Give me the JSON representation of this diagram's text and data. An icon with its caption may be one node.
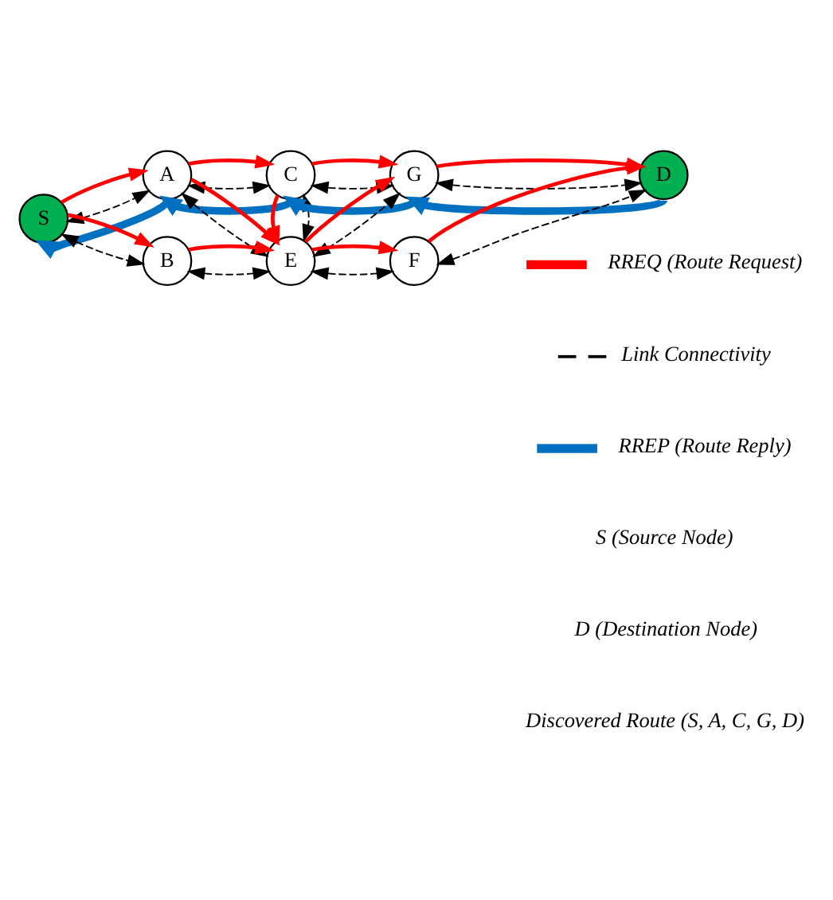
{
  "diagram": {
    "nodes": [
      {
        "text": [
          "C"
        ]
      },
      {
        "text": [
          "G"
        ]
      },
      {
        "text": [
          "A"
        ]
      },
      {
        "text": [
          "S"
        ]
      },
      {
        "text": [
          "E"
        ]
      },
      {
        "text": [
          "D"
        ]
      },
      {
        "text": [
          "B"
        ]
      },
      {
        "text": [
          "F"
        ]
      }
    ],
    "edges": [
      {
        "from": 3,
        "to": 2,
        "arrow": "both",
        "style": "dashed",
        "color": "#000000"
      },
      {
        "from": 3,
        "to": 6,
        "arrow": "both",
        "style": "dashed",
        "color": "#000000"
      },
      {
        "from": 2,
        "to": 0,
        "arrow": "both",
        "style": "dashed",
        "color": "#000000"
      },
      {
        "from": 2,
        "to": 4,
        "arrow": "both",
        "style": "dashed",
        "color": "#000000"
      },
      {
        "from": 6,
        "to": 4,
        "arrow": "both",
        "style": "dashed",
        "color": "#000000"
      },
      {
        "from": 0,
        "to": 4,
        "arrow": "both",
        "style": "dashed",
        "color": "#000000"
      },
      {
        "from": 0,
        "to": 1,
        "arrow": "both",
        "style": "dashed",
        "color": "#000000"
      },
      {
        "from": 4,
        "to": 1,
        "arrow": "both",
        "style": "dashed",
        "color": "#000000"
      },
      {
        "from": 4,
        "to": 7,
        "arrow": "both",
        "style": "dashed",
        "color": "#000000"
      },
      {
        "from": 1,
        "to": 5,
        "arrow": "both",
        "style": "dashed",
        "color": "#000000"
      },
      {
        "from": 7,
        "to": 5,
        "arrow": "both",
        "style": "dashed",
        "color": "#000000"
      },
      {
        "from": 3,
        "to": 2,
        "arrow": "to",
        "color": "#ff0000"
      },
      {
        "from": 3,
        "to": 6,
        "arrow": "to",
        "color": "#ff0000"
      },
      {
        "from": 2,
        "to": 0,
        "arrow": "to",
        "color": "#ff0000"
      },
      {
        "from": 2,
        "to": 4,
        "arrow": "to",
        "color": "#ff0000"
      },
      {
        "from": 6,
        "to": 4,
        "arrow": "to",
        "color": "#ff0000"
      },
      {
        "from": 0,
        "to": 4,
        "arrow": "to",
        "color": "#ff0000"
      },
      {
        "from": 0,
        "to": 1,
        "arrow": "to",
        "color": "#ff0000"
      },
      {
        "from": 4,
        "to": 1,
        "arrow": "to",
        "color": "#ff0000"
      },
      {
        "from": 4,
        "to": 7,
        "arrow": "to",
        "color": "#ff0000"
      },
      {
        "from": 1,
        "to": 5,
        "arrow": "to",
        "color": "#ff0000"
      },
      {
        "from": 7,
        "to": 5,
        "arrow": "to",
        "color": "#ff0000"
      },
      {
        "from": 0,
        "to": 2,
        "arrow": "to",
        "style": "thick",
        "color": "#0070c0"
      },
      {
        "from": 2,
        "to": 3,
        "arrow": "to",
        "style": "thick",
        "color": "#0070c0"
      },
      {
        "from": 1,
        "to": 0,
        "arrow": "to",
        "style": "thick",
        "color": "#0070c0"
      },
      {
        "from": 5,
        "to": 1,
        "arrow": "to",
        "style": "thick",
        "color": "#0070c0"
      }
    ],
    "legend": [
      {
        "text": "RREQ (Route Request)"
      },
      {
        "text": "Link Connectivity"
      },
      {
        "text": "RREP (Route Reply)"
      }
    ],
    "labels": [
      "S (Source Node)",
      "D (Destination Node)",
      "Discovered Route (S, A, C, G, D)"
    ]
  }
}
